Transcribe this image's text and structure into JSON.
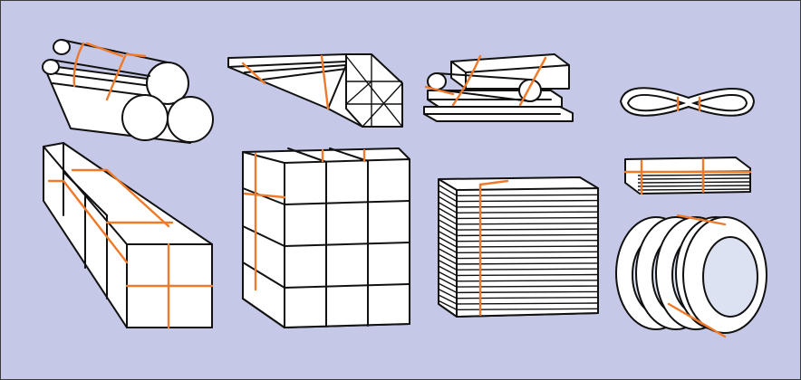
{
  "colors": {
    "background": "#c5c8e6",
    "outline": "#111111",
    "face": "#ffffff",
    "strap": "#f07a2a",
    "ring_shade": "#dde2f2"
  },
  "illustration": {
    "items": [
      {
        "id": "round-bars-bundle",
        "icon": "round-bars-icon"
      },
      {
        "id": "angle-profiles-bundle",
        "icon": "angle-profiles-icon"
      },
      {
        "id": "mixed-profiles-bundle",
        "icon": "mixed-profiles-icon"
      },
      {
        "id": "strap-loop",
        "icon": "strap-loop-icon"
      },
      {
        "id": "long-block-bundle",
        "icon": "long-block-icon"
      },
      {
        "id": "box-cube-bundle",
        "icon": "box-cube-icon"
      },
      {
        "id": "sheet-stack-bundle",
        "icon": "sheet-stack-icon"
      },
      {
        "id": "thin-sheet-bundle",
        "icon": "thin-sheet-icon"
      },
      {
        "id": "coil-rings-bundle",
        "icon": "coil-rings-icon"
      }
    ]
  }
}
